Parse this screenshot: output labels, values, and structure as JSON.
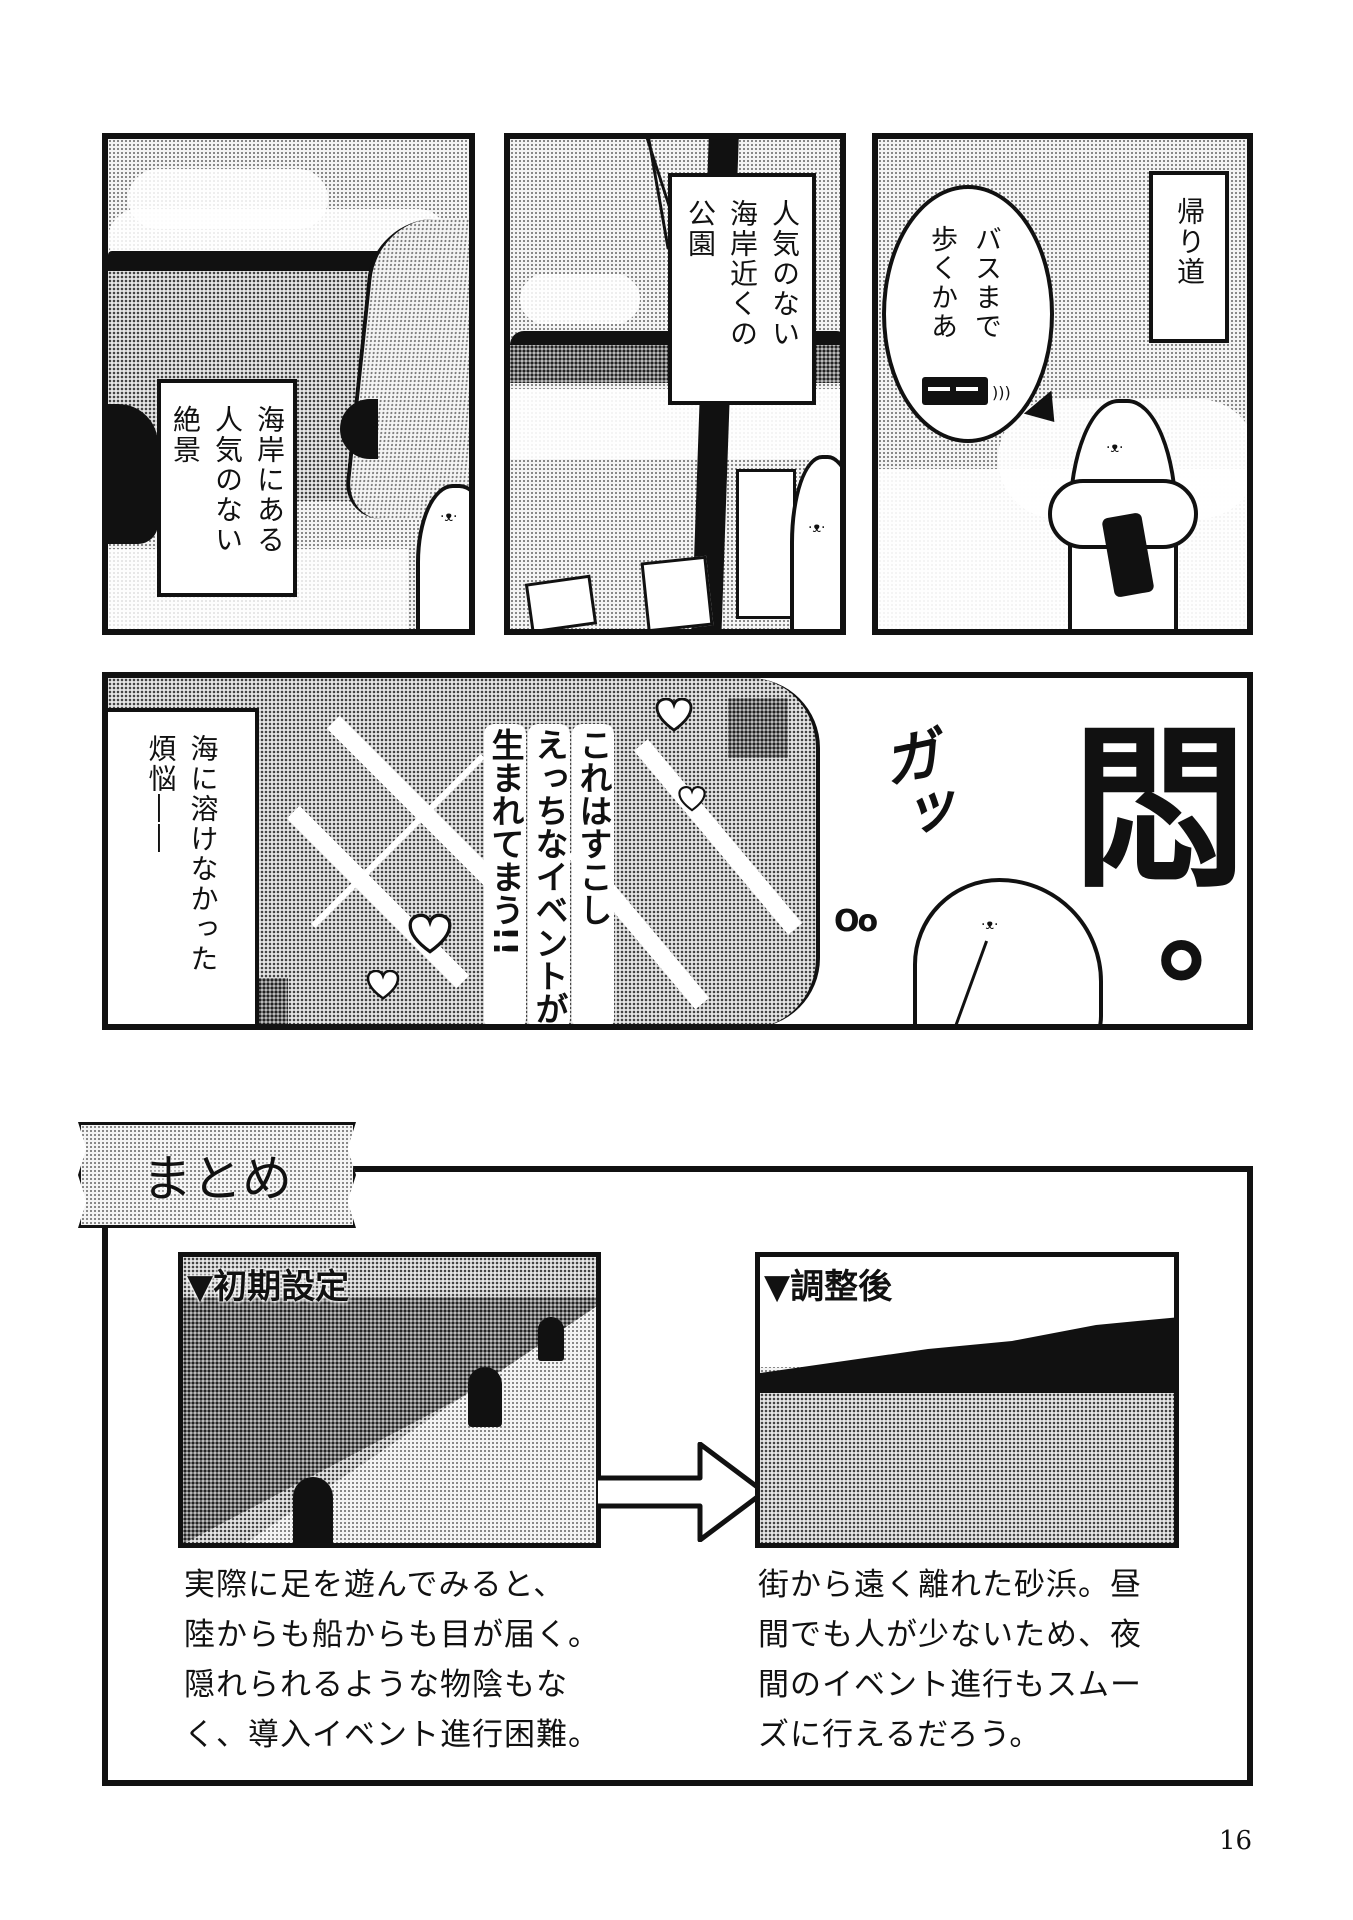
{
  "page": {
    "number": "16"
  },
  "row1": {
    "panel1": {
      "caption_columns": [
        "海岸にある",
        "人気のない",
        "絶景"
      ]
    },
    "panel2": {
      "caption_columns": [
        "人気のない",
        "海岸近くの",
        "公園"
      ]
    },
    "panel3": {
      "caption_columns": [
        "帰り道"
      ],
      "speech_columns": [
        "バスまで",
        "歩くかあ"
      ],
      "bus_icon": "bus-icon",
      "phone_icon": "smartphone-icon"
    }
  },
  "row2": {
    "panel4": {
      "caption_columns": [
        "海に溶けなかった",
        "煩悩――"
      ],
      "thought_columns": [
        "これはすこし",
        "えっちなイベントが",
        "生まれてまう!!"
      ],
      "sfx_text": "ガッ",
      "big_text": "悶",
      "big_mark": "。",
      "thought_tail": "Oo"
    }
  },
  "summary": {
    "tag_label": "まとめ",
    "before": {
      "label": "▼初期設定",
      "lines": [
        "実際に足を遊んでみると、",
        "陸からも船からも目が届く。",
        "隠れられるような物陰もな",
        "く、導入イベント進行困難。"
      ]
    },
    "after": {
      "label": "▼調整後",
      "lines": [
        "街から遠く離れた砂浜。昼",
        "間でも人が少ないため、夜",
        "間のイベント進行もスムー",
        "ズに行えるだろう。"
      ]
    },
    "arrow_icon": "right-arrow-icon"
  }
}
